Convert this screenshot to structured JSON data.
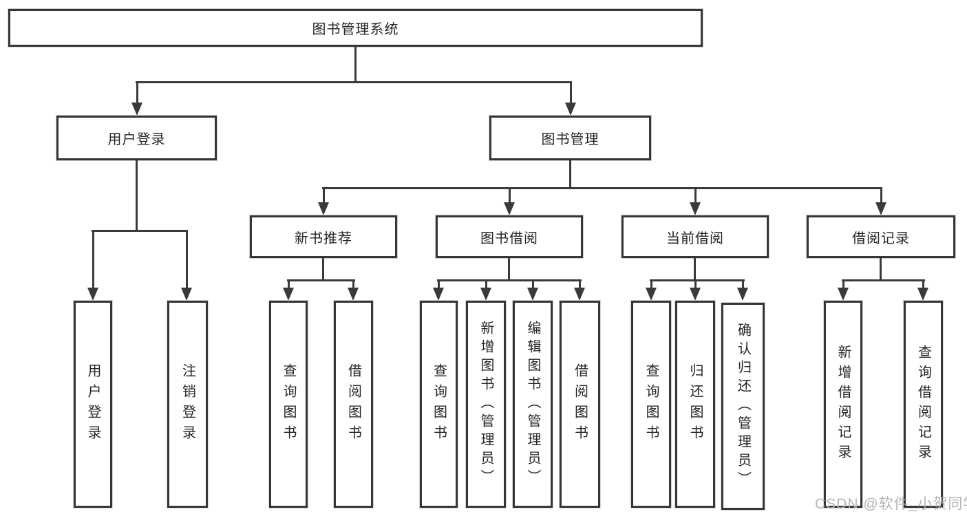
{
  "diagram": {
    "root": {
      "label": "图书管理系统"
    },
    "level2": [
      {
        "label": "用户登录"
      },
      {
        "label": "图书管理"
      }
    ],
    "level3": [
      {
        "label": "新书推荐"
      },
      {
        "label": "图书借阅"
      },
      {
        "label": "当前借阅"
      },
      {
        "label": "借阅记录"
      }
    ],
    "leaves": {
      "user_login": [
        "用户登录",
        "注销登录"
      ],
      "new_book": [
        "查询图书",
        "借阅图书"
      ],
      "book_borrow": [
        "查询图书",
        "新增图书（管理员）",
        "编辑图书（管理员）",
        "借阅图书"
      ],
      "current_borrow": [
        "查询图书",
        "归还图书",
        "确认归还（管理员）"
      ],
      "borrow_record": [
        "新增借阅记录",
        "查询借阅记录"
      ]
    },
    "colors": {
      "line": "#3a3a3a",
      "text": "#262626",
      "background": "#ffffff",
      "watermark": "#b5b5b5"
    },
    "watermark": "CSDN @软件_小贺同学"
  }
}
